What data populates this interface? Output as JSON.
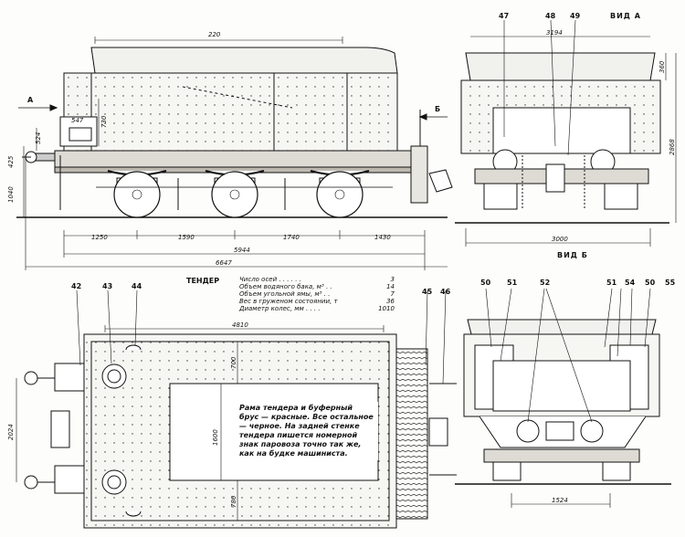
{
  "dimensions": {
    "d220": "220",
    "d547": "547",
    "d730": "730",
    "d524": "524",
    "d425": "425",
    "d1040": "1040",
    "d1250": "1250",
    "d1590": "1590",
    "d1740": "1740",
    "d1430": "1430",
    "d5944": "5944",
    "d6647": "6647",
    "d3194": "3194",
    "d360": "360",
    "d2868": "2868",
    "d3000": "3000",
    "d4810": "4810",
    "d700": "700",
    "d1600": "1600",
    "d780": "780",
    "d2024": "2024",
    "d1524": "1524"
  },
  "markers": {
    "A": "А",
    "B": "Б",
    "view_a": "ВИД А",
    "view_b": "ВИД Б"
  },
  "callouts": {
    "c42": "42",
    "c43": "43",
    "c44": "44",
    "c45": "45",
    "c46": "46",
    "c47": "47",
    "c48": "48",
    "c49": "49",
    "c50a": "50",
    "c51a": "51",
    "c52": "52",
    "c51b": "51",
    "c54": "54",
    "c50b": "50",
    "c55": "55"
  },
  "specs": {
    "title": "ТЕНДЕР",
    "rows": [
      {
        "label": "Число осей . . . . . .",
        "value": "3"
      },
      {
        "label": "Объем водяного бака, м³ . .",
        "value": "14"
      },
      {
        "label": "Объем угольной ямы, м³ . .",
        "value": "7"
      },
      {
        "label": "Вес в груженом состоянии, т",
        "value": "36"
      },
      {
        "label": "Диаметр колес, мм . . . .",
        "value": "1010"
      }
    ]
  },
  "note": "Рама тендера и буферный брус — красные. Все остальное — черное. На задней стенке тендера пишется номерной знак паровоза точно так же, как на будке машиниста."
}
